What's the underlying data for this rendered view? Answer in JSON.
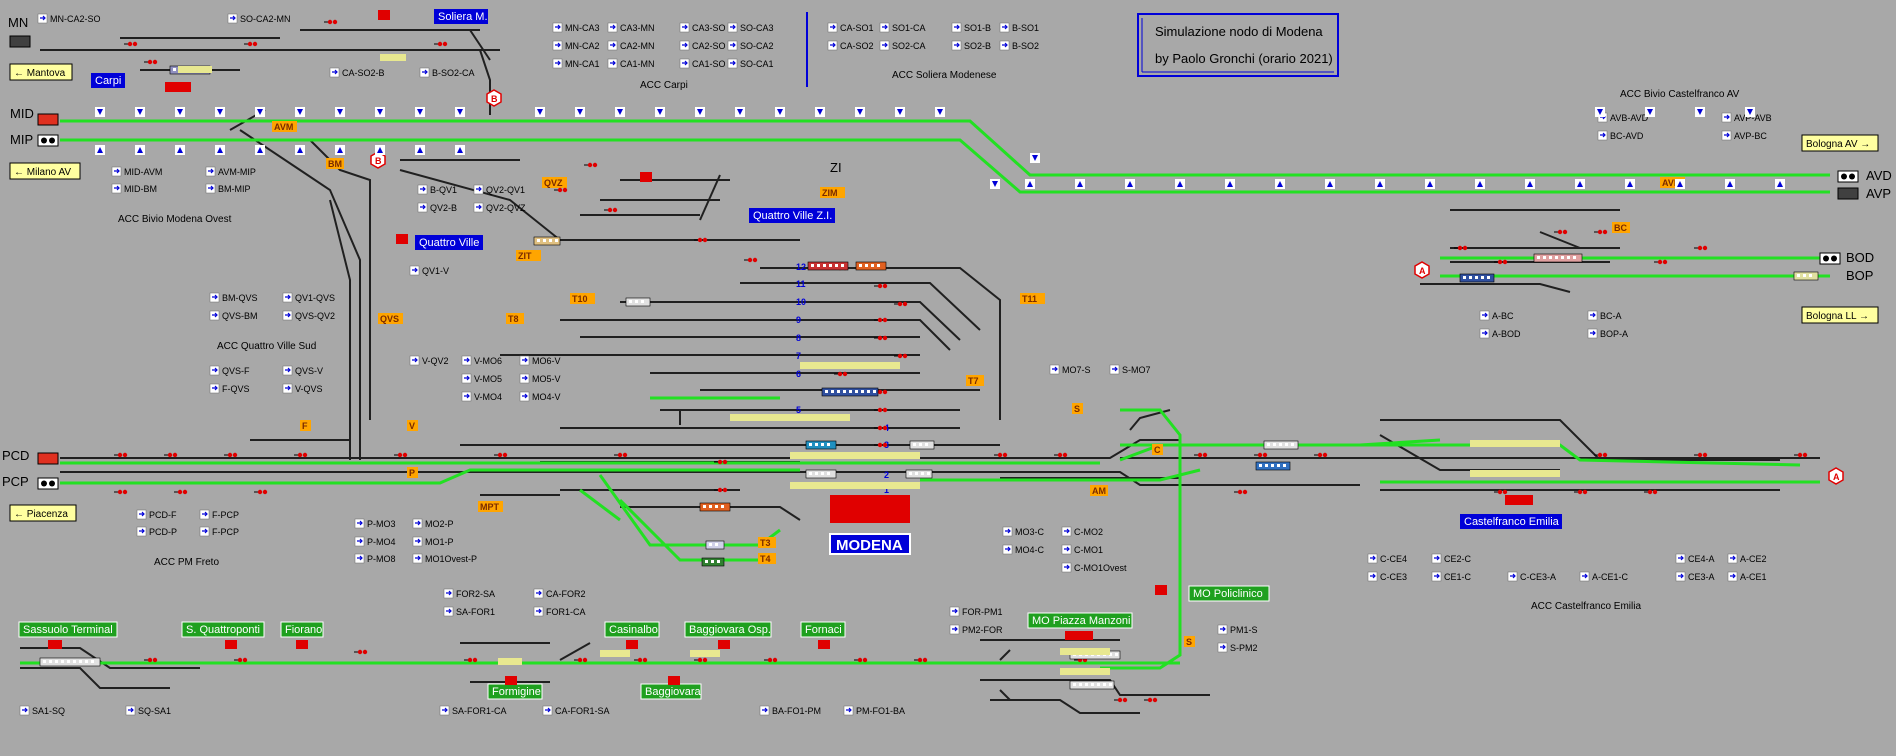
{
  "title_box": {
    "line1": "Simulazione nodo di Modena",
    "line2": "by Paolo Gronchi (orario 2021)"
  },
  "stations": {
    "modena": "MODENA",
    "quattro_ville": "Quattro Ville",
    "quattro_ville_zi": "Quattro Ville Z.I.",
    "soliera": "Soliera M.",
    "carpi": "Carpi",
    "castelfranco": "Castelfranco Emilia",
    "sassuolo": "Sassuolo Terminal",
    "s_quattroponti": "S. Quattroponti",
    "fiorano": "Fiorano",
    "formigine": "Formigine",
    "casinalbo": "Casinalbo",
    "baggiovara_osp": "Baggiovara Osp.",
    "baggiovara": "Baggiovara",
    "fornaci": "Fornaci",
    "mo_piazza_manzoni": "MO Piazza Manzoni",
    "mo_policlinico": "MO Policlinico"
  },
  "directions": {
    "mantova": "← Mantova",
    "milano_av": "← Milano AV",
    "piacenza": "← Piacenza",
    "bologna_av": "Bologna AV →",
    "bologna_ll": "Bologna LL →"
  },
  "line_labels": {
    "mn": "MN",
    "mid": "MID",
    "mip": "MIP",
    "pcd": "PCD",
    "pcp": "PCP",
    "avd": "AVD",
    "avp": "AVP",
    "bod": "BOD",
    "bop": "BOP",
    "zi": "ZI"
  },
  "acc_labels": {
    "carpi": "ACC Carpi",
    "soliera": "ACC Soliera Modenese",
    "bivio_cf_av": "ACC Bivio Castelfranco AV",
    "bivio_modena_ovest": "ACC Bivio Modena Ovest",
    "quattro_ville_sud": "ACC Quattro Ville Sud",
    "pm_freto": "ACC PM Freto",
    "castelfranco": "ACC Castelfranco Emilia"
  },
  "route_buttons": {
    "top_left": [
      "MN-CA2-SO",
      "SO-CA2-MN",
      "CA-SO2-B",
      "B-SO2-CA"
    ],
    "carpi_grid": [
      "MN-CA3",
      "CA3-MN",
      "CA3-SO",
      "SO-CA3",
      "MN-CA2",
      "CA2-MN",
      "CA2-SO",
      "SO-CA2",
      "MN-CA1",
      "CA1-MN",
      "CA1-SO",
      "SO-CA1"
    ],
    "soliera_grid": [
      "CA-SO1",
      "SO1-CA",
      "SO1-B",
      "B-SO1",
      "CA-SO2",
      "SO2-CA",
      "SO2-B",
      "B-SO2"
    ],
    "bivio_ovest": [
      "MID-AVM",
      "AVM-MIP",
      "MID-BM",
      "BM-MIP"
    ],
    "qv": [
      "B-QV1",
      "QV2-QV1",
      "QV2-B",
      "QV2-QVZ",
      "QV1-V"
    ],
    "qv_sud": [
      "BM-QVS",
      "QV1-QVS",
      "QVS-BM",
      "QVS-QV2",
      "QVS-F",
      "QVS-V",
      "F-QVS",
      "V-QVS"
    ],
    "modena_v": [
      "V-QV2",
      "V-MO6",
      "MO6-V",
      "V-MO5",
      "MO5-V",
      "V-MO4",
      "MO4-V"
    ],
    "pm_freto": [
      "PCD-F",
      "F-PCP",
      "PCD-P",
      "F-PCP"
    ],
    "p_buttons": [
      "P-MO3",
      "MO2-P",
      "P-MO4",
      "MO1-P",
      "P-MO8",
      "MO1Ovest-P"
    ],
    "mo_c": [
      "MO3-C",
      "C-MO2",
      "MO4-C",
      "C-MO1",
      "C-MO1Ovest"
    ],
    "mo7": [
      "MO7-S",
      "S-MO7"
    ],
    "bivio_cf": [
      "AVB-AVD",
      "AVP-AVB",
      "BC-AVD",
      "AVP-BC"
    ],
    "cf_ab": [
      "A-BC",
      "BC-A",
      "A-BOD",
      "BOP-A"
    ],
    "cf_ce": [
      "C-CE4",
      "CE2-C",
      "CE4-A",
      "A-CE2",
      "C-CE3",
      "CE1-C",
      "C-CE3-A",
      "A-CE1-C",
      "CE3-A",
      "A-CE1"
    ],
    "for": [
      "FOR2-SA",
      "CA-FOR2",
      "SA-FOR1",
      "FOR1-CA"
    ],
    "pm": [
      "FOR-PM1",
      "PM2-FOR",
      "PM1-S",
      "S-PM2"
    ],
    "bottom": [
      "SA1-SQ",
      "SQ-SA1",
      "SA-FOR1-CA",
      "CA-FOR1-SA",
      "BA-FO1-PM",
      "PM-FO1-BA"
    ]
  },
  "track_numbers": [
    "12",
    "11",
    "10",
    "9",
    "8",
    "7",
    "6",
    "5",
    "4",
    "3",
    "2",
    "1"
  ],
  "orange_codes": [
    "AVM",
    "BM",
    "QVZ",
    "ZIM",
    "ZIT",
    "T10",
    "T11",
    "T8",
    "T7",
    "QVS",
    "F",
    "V",
    "P",
    "MPT",
    "T3",
    "T4",
    "S",
    "C",
    "AM",
    "BC",
    "AVB",
    "S"
  ],
  "markers": [
    "B",
    "B",
    "A",
    "A"
  ],
  "colors": {
    "bg": "#a8a8a8",
    "track": "#202020",
    "green": "#22e022",
    "blue": "#0000d8",
    "red": "#e00000",
    "orange": "#ffa500"
  }
}
